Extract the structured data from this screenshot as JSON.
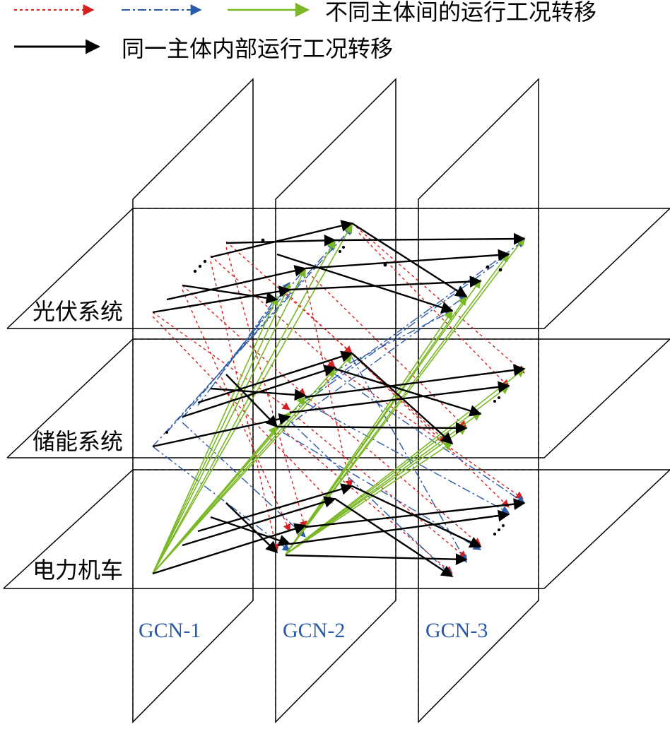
{
  "legend": {
    "inter_label": "不同主体间的运行工况转移",
    "intra_label": "同一主体内部运行工况转移",
    "colors": {
      "red": "#d42020",
      "blue": "#2b5aa8",
      "green": "#7ab827",
      "black": "#000000"
    }
  },
  "layers": [
    {
      "key": "pv",
      "label": "光伏系统"
    },
    {
      "key": "storage",
      "label": "储能系统"
    },
    {
      "key": "locomotive",
      "label": "电力机车"
    }
  ],
  "gcn": [
    {
      "key": "gcn1",
      "label": "GCN-1"
    },
    {
      "key": "gcn2",
      "label": "GCN-2"
    },
    {
      "key": "gcn3",
      "label": "GCN-3"
    }
  ]
}
